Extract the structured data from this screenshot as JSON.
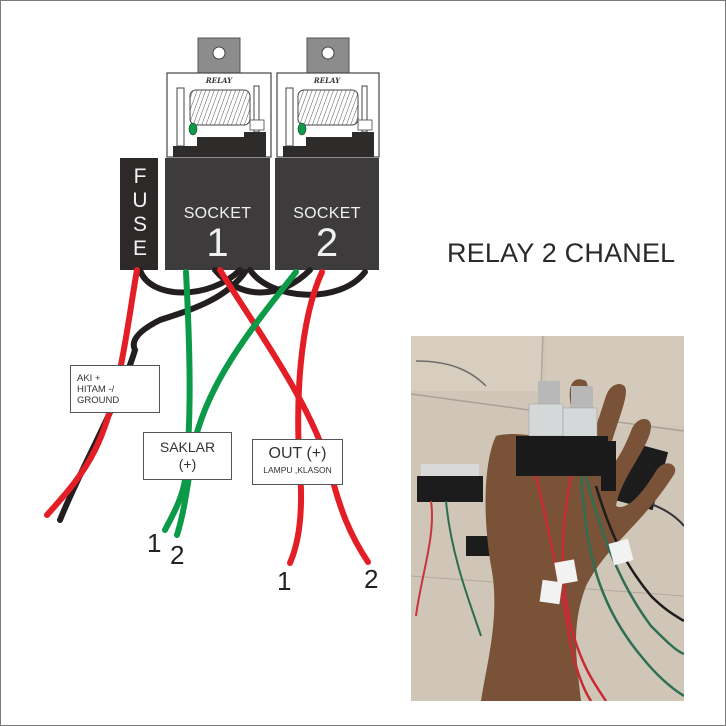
{
  "title": "RELAY 2 CHANEL",
  "relays": [
    {
      "label": "RELAY"
    },
    {
      "label": "RELAY"
    }
  ],
  "fuse": {
    "letters": [
      "F",
      "U",
      "S",
      "E"
    ]
  },
  "sockets": [
    {
      "word": "SOCKET",
      "number": "1"
    },
    {
      "word": "SOCKET",
      "number": "2"
    }
  ],
  "labels": {
    "battery": {
      "line1": "AKI +",
      "line2": "HITAM -/ GROUND"
    },
    "switch": {
      "line1": "SAKLAR",
      "line2": "(+)"
    },
    "output": {
      "line1": "OUT (+)",
      "line2": "LAMPU ,KLASON"
    }
  },
  "wire_ends": {
    "switch": [
      "1",
      "2"
    ],
    "output": [
      "1",
      "2"
    ]
  },
  "colors": {
    "wire_red": "#e41e26",
    "wire_black": "#231f20",
    "wire_green": "#0a9a48",
    "socket_body": "#3d3b3b",
    "relay_tab": "#8c8c8c"
  },
  "photo": {
    "description": "hand holding assembled 2-channel relay harness with fuse on tiled floor"
  }
}
